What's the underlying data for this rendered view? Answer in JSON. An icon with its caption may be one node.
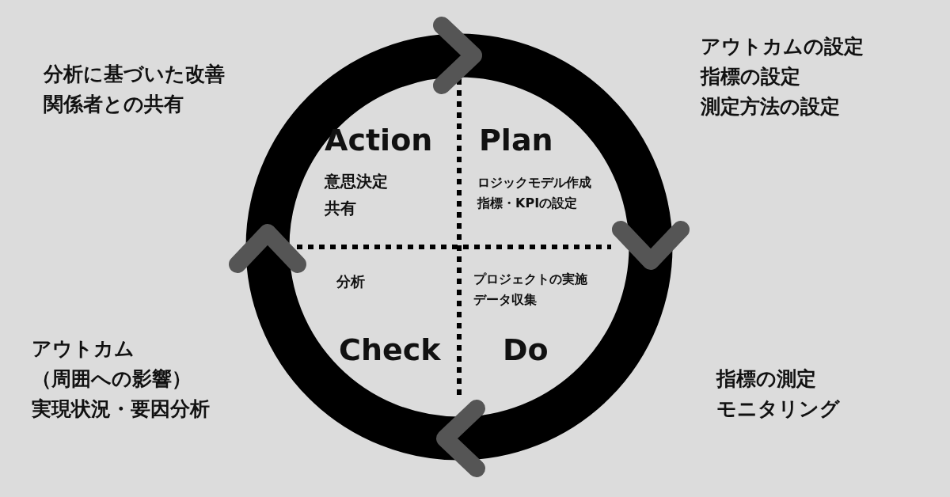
{
  "diagram": {
    "nodes": [
      {
        "text": [
          "Plan",
          "ロジックモデル作成",
          "指標・KPIの設定"
        ],
        "beside": [
          "アウトカムの設定",
          "指標の設定",
          "測定方法の設定"
        ]
      },
      {
        "text": [
          "プロジェクトの実施",
          "データ収集",
          "Do"
        ],
        "beside": [
          "指標の測定",
          "モニタリング"
        ]
      },
      {
        "text": [
          "分析",
          "Check"
        ],
        "beside": [
          "アウトカム",
          "（周囲への影響）",
          "実現状況・要因分析"
        ]
      },
      {
        "text": [
          "Action",
          "意思決定",
          "共有"
        ],
        "beside": [
          "分析に基づいた改善",
          "関係者との共有"
        ]
      }
    ]
  }
}
